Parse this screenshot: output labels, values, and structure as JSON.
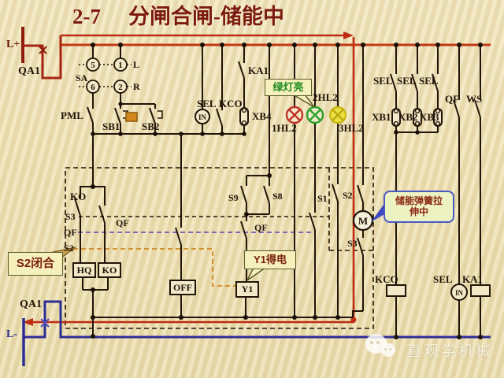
{
  "title": {
    "number": "2-7",
    "text": "分闸合闸-储能中"
  },
  "power": {
    "positive": "L+",
    "negative": "L-",
    "breaker_top": "QA1",
    "breaker_bottom": "QA1"
  },
  "selector": {
    "label": "SA",
    "c5": "5",
    "c1": "1",
    "c6": "6",
    "c2": "2",
    "left": "L",
    "right": "R"
  },
  "mid": {
    "pml": "PML",
    "sb1": "SB1",
    "sb2": "SB2",
    "sel": "SEL",
    "kco": "KCO",
    "in": "IN",
    "ka1": "KA1",
    "xb4": "XB4"
  },
  "lamps": {
    "l1": "1HL2",
    "l2": "2HL2",
    "l3": "3HL2"
  },
  "box": {
    "ko_contact": "KO",
    "s3_link": "S3",
    "qf_link": "QF",
    "s2_link": "S2",
    "qf_right": "QF",
    "s9": "S9",
    "s8": "S8",
    "qf_mid": "QF",
    "s1": "S1",
    "s2_motor": "S2",
    "s3_motor": "S3",
    "motor": "M"
  },
  "coils": {
    "hq": "HQ",
    "ko": "KO",
    "off": "OFF",
    "y1": "Y1"
  },
  "right": {
    "sel1": "SEL",
    "sel2": "SEL",
    "sel3": "SEL",
    "xb1": "XB1",
    "xb2": "XB2",
    "xb3": "XB3",
    "qf": "QF",
    "ws": "WS",
    "kco": "KCO",
    "sel": "SEL",
    "in": "IN",
    "ka1": "KA1"
  },
  "callouts": {
    "green": "绿灯亮",
    "spring1": "储能弹簧拉",
    "spring2": "伸中",
    "y1": "Y1得电",
    "s2": "S2闭合"
  },
  "watermark": "直观学机械",
  "colors": {
    "bus_positive": "#c13a16",
    "bus_negative": "#2d2d96",
    "highlight_path": "#bf2c10",
    "lamp_red": "#c23028",
    "lamp_green": "#2aa02a",
    "lamp_yellow": "#d8c41a",
    "link_qf": "#7b55b8",
    "link_s2": "#d2851e"
  }
}
